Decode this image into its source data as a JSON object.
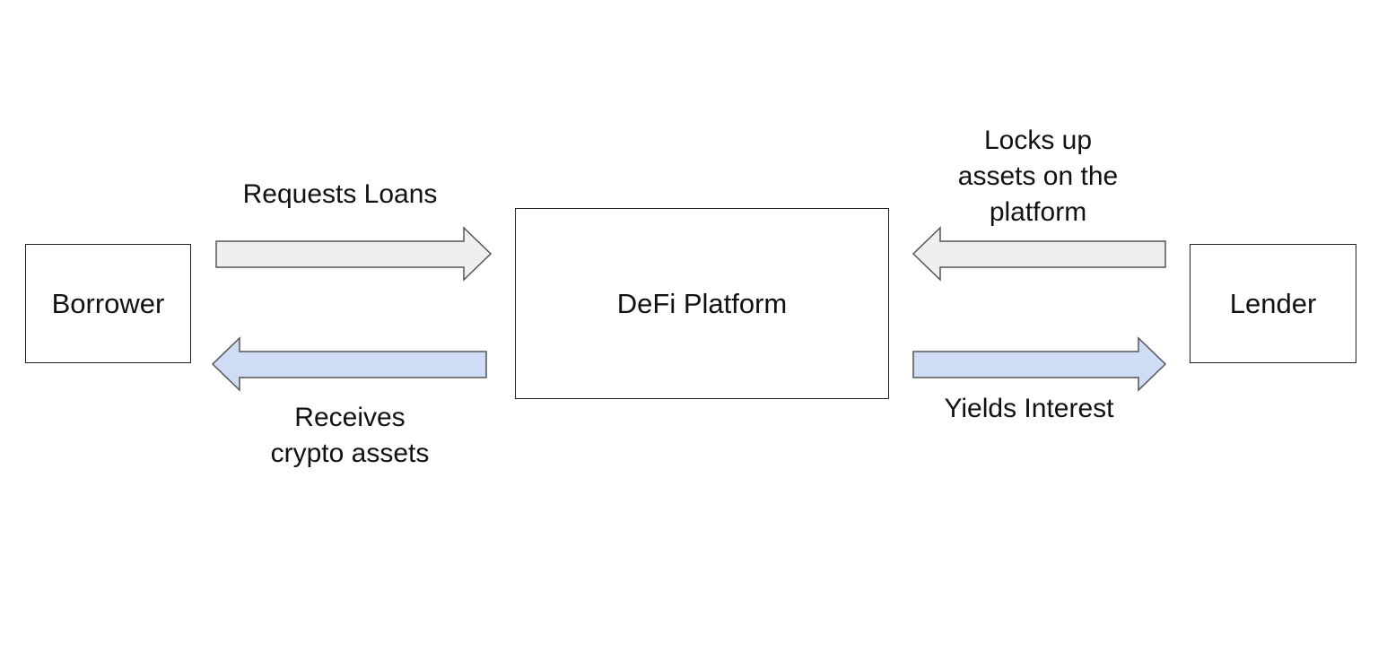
{
  "nodes": {
    "borrower": "Borrower",
    "platform": "DeFi Platform",
    "lender": "Lender"
  },
  "flows": {
    "requests_loans": "Requests Loans",
    "receives_assets": "Receives\ncrypto assets",
    "locks_up_assets": "Locks up\nassets on the\nplatform",
    "yields_interest": "Yields Interest"
  },
  "colors": {
    "outgoing_arrow_fill": "#efefef",
    "incoming_arrow_fill": "#cfdcf5",
    "border": "#222222"
  }
}
